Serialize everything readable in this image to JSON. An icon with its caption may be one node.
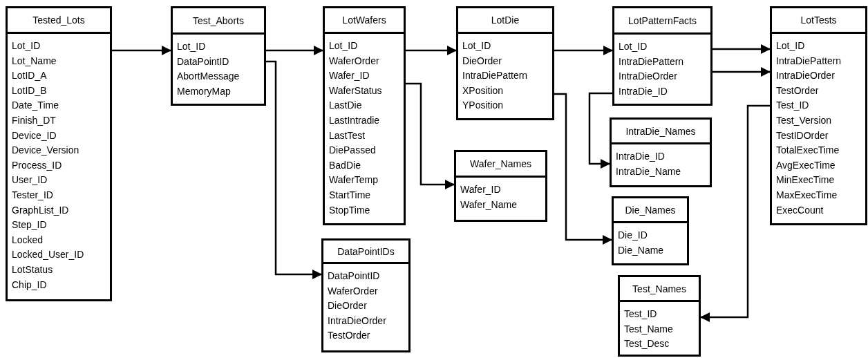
{
  "diagram": {
    "nodes": [
      {
        "text": [
          "Tested_Lots",
          "Lot_ID",
          "Lot_Name",
          "LotID_A",
          "LotID_B",
          "Date_Time",
          "Finish_DT",
          "Device_ID",
          "Device_Version",
          "Process_ID",
          "User_ID",
          "Tester_ID",
          "GraphList_ID",
          "Step_ID",
          "Locked",
          "Locked_User_ID",
          "LotStatus",
          "Chip_ID"
        ]
      },
      {
        "text": [
          "Test_Aborts",
          "Lot_ID",
          "DataPointID",
          "AbortMessage",
          "MemoryMap"
        ]
      },
      {
        "text": [
          "LotWafers",
          "Lot_ID",
          "WaferOrder",
          "Wafer_ID",
          "WaferStatus",
          "LastDie",
          "LastIntradie",
          "LastTest",
          "DiePassed",
          "BadDie",
          "WaferTemp",
          "StartTime",
          "StopTime"
        ]
      },
      {
        "text": [
          "LotDie",
          "Lot_ID",
          "DieOrder",
          "IntraDiePattern",
          "XPosition",
          "YPosition"
        ]
      },
      {
        "text": [
          "LotPatternFacts",
          "Lot_ID",
          "IntraDiePattern",
          "IntraDieOrder",
          "IntraDie_ID"
        ]
      },
      {
        "text": [
          "LotTests",
          "Lot_ID",
          "IntraDiePattern",
          "IntraDieOrder",
          "TestOrder",
          "Test_ID",
          "Test_Version",
          "TestIDOrder",
          "TotalExecTime",
          "AvgExecTime",
          "MinExecTime",
          "MaxExecTime",
          "ExecCount"
        ]
      },
      {
        "text": [
          "Wafer_Names",
          "Wafer_ID",
          "Wafer_Name"
        ]
      },
      {
        "text": [
          "IntraDie_Names",
          "IntraDie_ID",
          "IntraDie_Name"
        ]
      },
      {
        "text": [
          "DataPointIDs",
          "DataPointID",
          "WaferOrder",
          "DieOrder",
          "IntraDieOrder",
          "TestOrder"
        ]
      },
      {
        "text": [
          "Die_Names",
          "Die_ID",
          "Die_Name"
        ]
      },
      {
        "text": [
          "Test_Names",
          "Test_ID",
          "Test_Name",
          "Test_Desc"
        ]
      }
    ],
    "edges": [
      {
        "from": 0,
        "to": 1,
        "arrow": "to"
      },
      {
        "from": 1,
        "to": 2,
        "arrow": "to"
      },
      {
        "from": 1,
        "to": 8,
        "arrow": "to"
      },
      {
        "from": 2,
        "to": 3,
        "arrow": "to"
      },
      {
        "from": 2,
        "to": 6,
        "arrow": "to"
      },
      {
        "from": 3,
        "to": 4,
        "arrow": "to"
      },
      {
        "from": 3,
        "to": 9,
        "arrow": "to"
      },
      {
        "from": 4,
        "to": 5,
        "arrow": "to"
      },
      {
        "from": 4,
        "to": 5,
        "arrow": "to"
      },
      {
        "from": 4,
        "to": 7,
        "arrow": "to"
      },
      {
        "from": 5,
        "to": 10,
        "arrow": "to"
      }
    ]
  }
}
